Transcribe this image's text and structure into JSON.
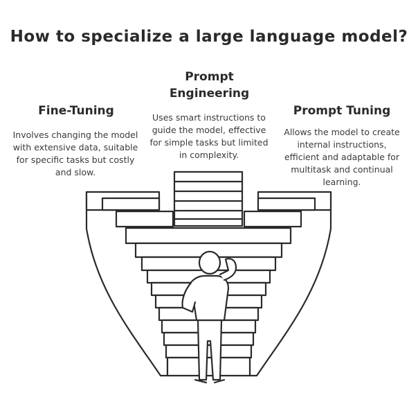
{
  "title": "How to specialize a large language model?",
  "sections": {
    "fine_tuning": {
      "heading": "Fine-Tuning",
      "description": "Involves changing the model with extensive data, suitable for specific tasks but costly and slow."
    },
    "prompt_engineering": {
      "heading": "Prompt Engineering",
      "description": "Uses smart instructions to guide the model, effective for simple tasks but limited in complexity."
    },
    "prompt_tuning": {
      "heading": "Prompt Tuning",
      "description": "Allows the model to create internal instructions, efficient and adaptable for multitask and continual learning."
    }
  },
  "colors": {
    "ink": "#2a2a2a",
    "background": "#ffffff"
  }
}
